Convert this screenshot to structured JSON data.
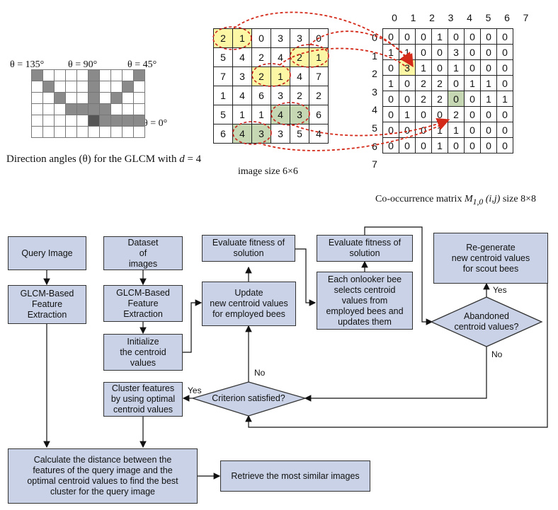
{
  "angles": {
    "labels": [
      "θ = 135°",
      "θ = 90°",
      "θ = 45°",
      "θ = 0°"
    ],
    "caption_prefix": "Direction angles (θ) for the GLCM with ",
    "caption_var": "d",
    "caption_suffix": " = 4"
  },
  "image": {
    "rows": [
      [
        2,
        1,
        0,
        3,
        3,
        0
      ],
      [
        5,
        4,
        2,
        4,
        2,
        1
      ],
      [
        7,
        3,
        2,
        1,
        4,
        7
      ],
      [
        1,
        4,
        6,
        3,
        2,
        2
      ],
      [
        5,
        1,
        1,
        4,
        3,
        6
      ],
      [
        6,
        4,
        3,
        3,
        5,
        4
      ]
    ],
    "caption": "image size 6×6"
  },
  "cooccurrence": {
    "col_indices": [
      0,
      1,
      2,
      3,
      4,
      5,
      6,
      7
    ],
    "row_indices": [
      0,
      1,
      2,
      3,
      4,
      5,
      6,
      7
    ],
    "rows": [
      [
        0,
        0,
        0,
        1,
        0,
        0,
        0,
        0
      ],
      [
        1,
        1,
        0,
        0,
        3,
        0,
        0,
        0
      ],
      [
        0,
        3,
        1,
        0,
        1,
        0,
        0,
        0
      ],
      [
        1,
        0,
        2,
        2,
        0,
        1,
        1,
        0
      ],
      [
        0,
        0,
        2,
        2,
        0,
        0,
        1,
        1
      ],
      [
        0,
        1,
        0,
        0,
        2,
        0,
        0,
        0
      ],
      [
        0,
        0,
        0,
        1,
        1,
        0,
        0,
        0
      ],
      [
        0,
        0,
        0,
        1,
        0,
        0,
        0,
        0
      ]
    ],
    "caption_prefix": "Co-occurrence matrix ",
    "caption_M": "M",
    "caption_sub": "1,0",
    "caption_args": " (i,j)",
    "caption_suffix": " size 8×8"
  },
  "flow": {
    "query_image": "Query Image",
    "glcm_left": "GLCM-Based\nFeature\nExtraction",
    "dataset": "Dataset\nof\nimages",
    "glcm_mid": "GLCM-Based\nFeature\nExtraction",
    "initialize": "Initialize\nthe centroid\nvalues",
    "update": "Update\nnew centroid values\nfor employed bees",
    "eval1": "Evaluate fitness of\nsolution",
    "eval2": "Evaluate fitness of\nsolution",
    "onlooker": "Each onlooker bee\nselects centroid\nvalues from\nemployed bees and\nupdates them",
    "regenerate": "Re-generate\nnew centroid values\nfor scout bees",
    "abandoned": "Abandoned\ncentroid values?",
    "criterion": "Criterion satisfied?",
    "cluster": "Cluster features\nby using optimal\ncentroid values",
    "calculate": "Calculate the distance between the\nfeatures of the query image and the\noptimal centroid values to find the best\ncluster for the query image",
    "retrieve": "Retrieve the most similar images",
    "yes_abandoned": "Yes",
    "no_abandoned": "No",
    "yes_criterion": "Yes",
    "no_criterion": "No"
  }
}
